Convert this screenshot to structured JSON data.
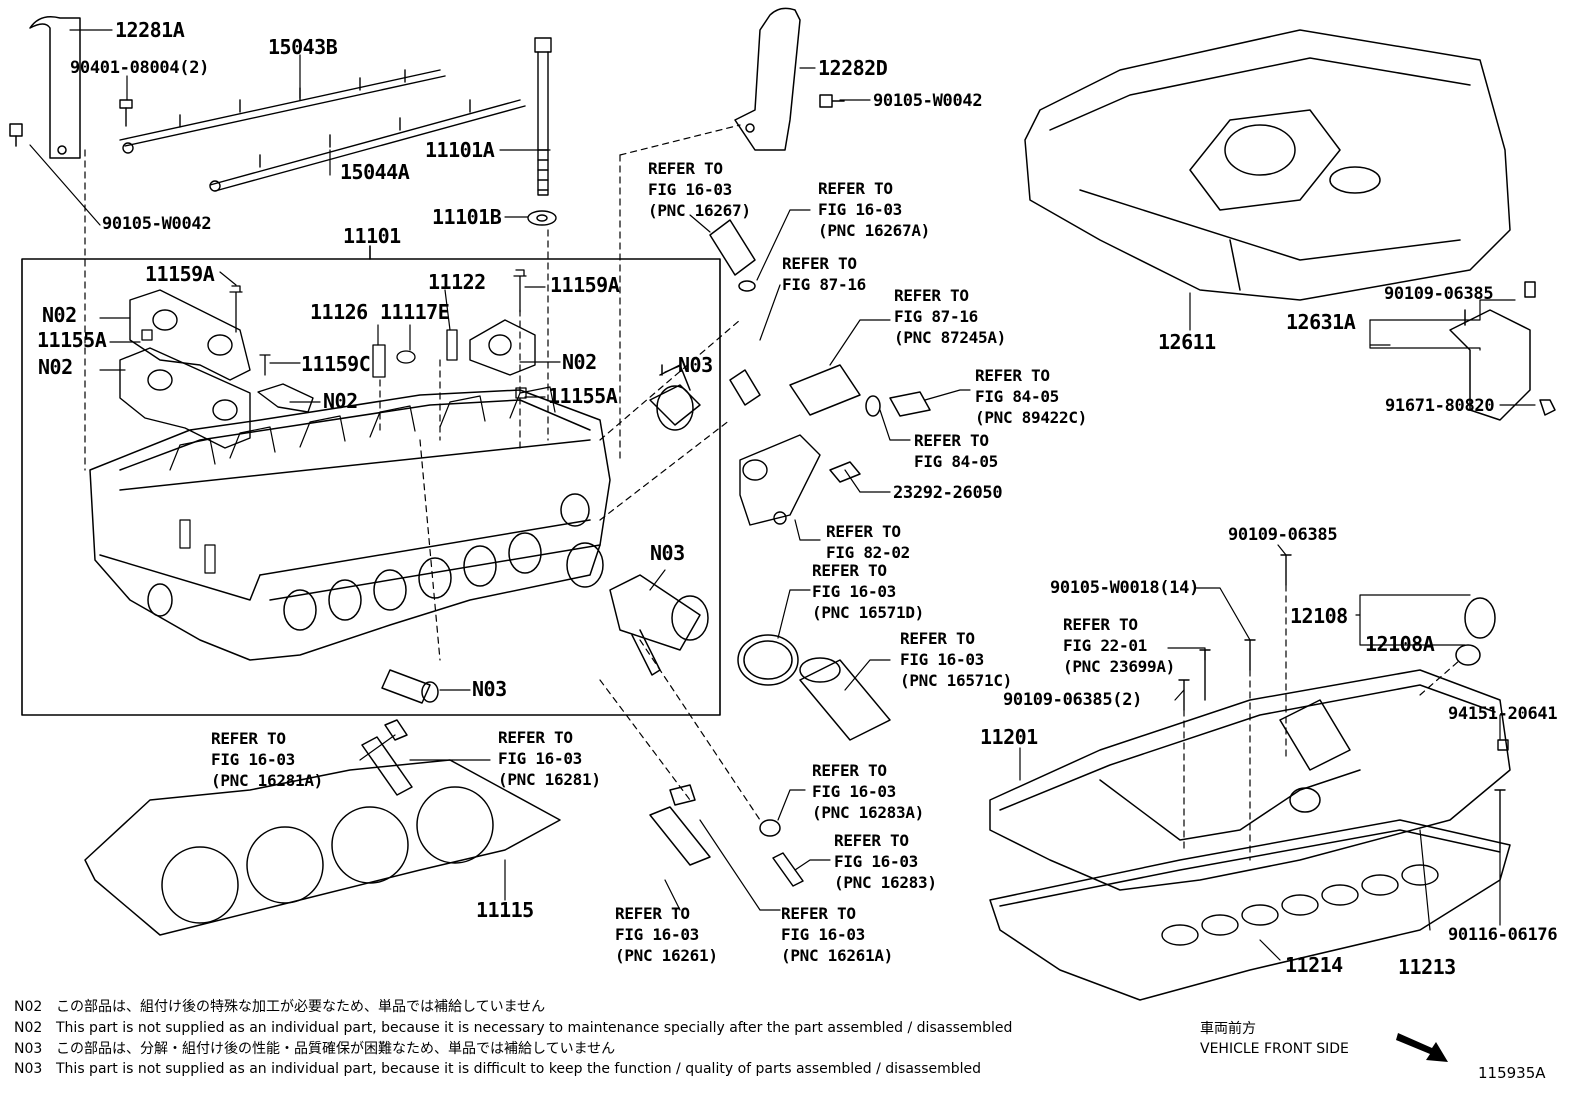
{
  "diagram_id": "115935A",
  "vehicle_front": {
    "jp": "車両前方",
    "en": "VEHICLE FRONT SIDE"
  },
  "labels": {
    "p12281A": "12281A",
    "p90401": "90401-08004(2)",
    "p15043B": "15043B",
    "p15044A": "15044A",
    "p11101A": "11101A",
    "p11101B": "11101B",
    "p90105a": "90105-W0042",
    "p11101": "11101",
    "p11159A_1": "11159A",
    "p11159A_2": "11159A",
    "p11122": "11122",
    "p11126": "11126",
    "p11117E": "11117E",
    "pN02_1": "N02",
    "p11155A_1": "11155A",
    "pN02_2": "N02",
    "p11159C": "11159C",
    "pN02_3": "N02",
    "pN02_4": "N02",
    "p11155A_2": "11155A",
    "pN03_1": "N03",
    "pN03_2": "N03",
    "pN03_3": "N03",
    "p12282D": "12282D",
    "p90105b": "90105-W0042",
    "p23292": "23292-26050",
    "p12611": "12611",
    "p90109a": "90109-06385",
    "p12631A": "12631A",
    "p91671": "91671-80820",
    "p90109b": "90109-06385",
    "p90105c": "90105-W0018(14)",
    "p12108": "12108",
    "p12108A": "12108A",
    "p90109c": "90109-06385(2)",
    "p94151": "94151-20641",
    "p11201": "11201",
    "p90116": "90116-06176",
    "p11214": "11214",
    "p11213": "11213",
    "p11115": "11115"
  },
  "refs": {
    "r16267": "REFER TO\nFIG 16-03\n(PNC 16267)",
    "r16267A": "REFER TO\nFIG 16-03\n(PNC 16267A)",
    "r8716a": "REFER TO\nFIG 87-16",
    "r87245A": "REFER TO\nFIG 87-16\n(PNC 87245A)",
    "r89422C": "REFER TO\nFIG 84-05\n(PNC 89422C)",
    "r8405": "REFER TO\nFIG 84-05",
    "r8202": "REFER TO\nFIG 82-02",
    "r16571D": "REFER TO\nFIG 16-03\n(PNC 16571D)",
    "r16571C": "REFER TO\nFIG 16-03\n(PNC 16571C)",
    "r23699A": "REFER TO\nFIG 22-01\n(PNC 23699A)",
    "r16281A": "REFER TO\nFIG 16-03\n(PNC 16281A)",
    "r16281": "REFER TO\nFIG 16-03\n(PNC 16281)",
    "r16283A": "REFER TO\nFIG 16-03\n(PNC 16283A)",
    "r16283": "REFER TO\nFIG 16-03\n(PNC 16283)",
    "r16261": "REFER TO\nFIG 16-03\n(PNC 16261)",
    "r16261A": "REFER TO\nFIG 16-03\n(PNC 16261A)"
  },
  "notes": [
    {
      "code": "N02",
      "text": "この部品は、組付け後の特殊な加工が必要なため、単品では補給していません"
    },
    {
      "code": "N02",
      "text": "This part is not supplied as an individual part, because it is necessary to maintenance specially after the part assembled / disassembled"
    },
    {
      "code": "N03",
      "text": "この部品は、分解・組付け後の性能・品質確保が困難なため、単品では補給していません"
    },
    {
      "code": "N03",
      "text": "This part is not supplied as an individual part, because it is difficult to keep the function / quality of parts  assembled / disassembled"
    }
  ]
}
